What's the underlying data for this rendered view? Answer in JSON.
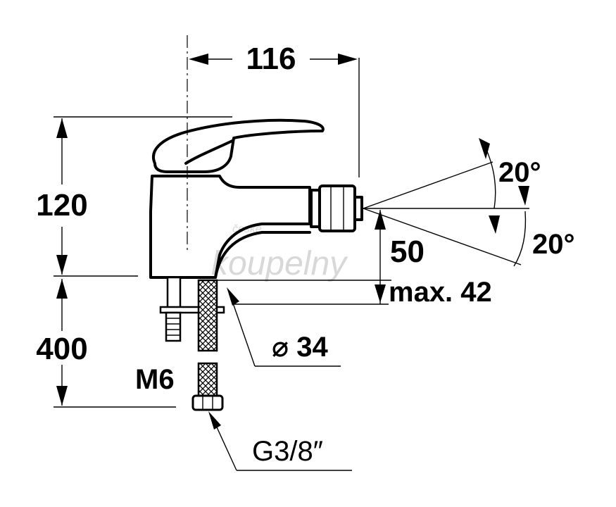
{
  "diagram": {
    "dimensions": {
      "width_top": "116",
      "height_body": "120",
      "hose_length": "400",
      "spout_height": "50",
      "spout_max": "max. 42",
      "diameter": "⌀ 34",
      "angle_up": "20°",
      "angle_down": "20°"
    },
    "labels": {
      "thread": "M6",
      "connector": "G3/8″"
    },
    "watermark": {
      "line1": "české",
      "line2": "koupelny"
    }
  }
}
